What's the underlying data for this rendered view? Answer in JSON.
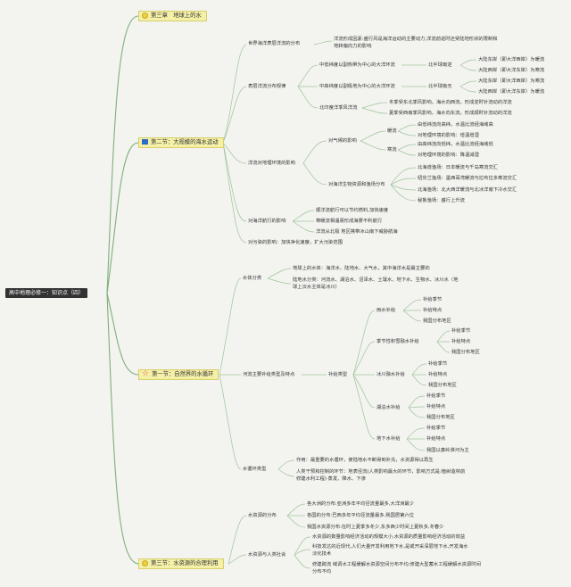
{
  "root": "高中地理必修一：知识点（四）",
  "chapters": {
    "ch3": "第三章　地球上的水",
    "s2": "第二节：大规模的海水运动",
    "s1": "第一节：自然界的水循环",
    "s3": "第三节：水资源的合理利用"
  },
  "s2": {
    "dist": "世界海洋表层洋流的分布",
    "dist_note1": "洋流形成因素:盛行风是海洋运动的主要动力,洋流前进时还受陆地形状的限制和",
    "dist_note2": "地转偏向力的影响",
    "pattern": "表层洋流分布规律",
    "low_gyre": "中低纬度以副热带为中心的大洋环流",
    "mid_gyre": "中高纬度以副极地为中心的大洋环流",
    "north_hemi": "北半球南逆",
    "north_shun": "北半球南无",
    "low_e1": "大陆东岸（即大洋西岸）为暖流",
    "low_e2": "大陆西岸（即大洋东岸）为寒流",
    "mid_e1": "大陆东岸（即大洋西岸）为寒流",
    "mid_e2": "大陆西岸（即大洋东岸）为暖流",
    "monsoon": "北印度洋季风洋流",
    "monsoon_w": "冬季受东北季风影响，海水向西流，形成逆时针流动的洋流",
    "monsoon_s": "夏季受西南季风影响，海水向东流，形成顺时针流动的洋流",
    "env": "洋流对地理环境的影响",
    "climate": "对气候的影响",
    "warm": "暖流",
    "cold": "寒流",
    "warm1": "由低纬流向高纬，水温比流经海域高",
    "warm2": "对地理环境的影响：增温增湿",
    "cold1": "由高纬流向低纬，水温比流经海域低",
    "cold2": "对地理环境的影响：降温减湿",
    "fish": "对海洋生物资源和渔场分布",
    "fish1": "北海道渔场：日本暖流与千岛寒流交汇",
    "fish2": "纽芬兰渔场：墨西哥湾暖流与拉布拉多寒流交汇",
    "fish3": "北海渔场：北大西洋暖流与北冰洋南下冷水交汇",
    "fish4": "秘鲁渔场：盛行上升流",
    "nav": "对海洋航行的影响",
    "nav1": "顺洋流航行可以节约燃料,加快速度",
    "nav2": "寒暖流相遇易形成海雾不利航行",
    "nav3": "洋流从北极 地区携带冰山南下威胁航海",
    "pollution": "对污染的影响：加快净化速度，扩大污染范围"
  },
  "s1": {
    "water_class": "水体分类",
    "wc1": "地球上的水体：海洋水、陆地水、大气水，其中海洋水是最主要的",
    "wc2a": "陆地水分类：河流水、湖泊水、沼泽水、土壤水、地下水、生物水、冰川水（地",
    "wc2b": "球上淡水主体是冰川）",
    "river": "河流主要补给类型及特点",
    "supply_type": "补给类型",
    "rain": "雨水补给",
    "snow": "季节性积雪融水补给",
    "glacier": "冰川融水补给",
    "lake": "湖泊水补给",
    "ground": "地下水补给",
    "season": "补给季节",
    "feature": "补给特点",
    "rain_region": "我国分布地区",
    "snow_region": "我国分布地区",
    "glacier_region": "我国分布地区",
    "lake_region": "我国分布地区",
    "ground_region": "我国以秦岭淮河为主",
    "cycle": "水循环类型",
    "cycle1": "作用：最重要的水循环，使陆地水不断得到补充，水资源得以再生",
    "cycle2a": "人类干预和控制的环节：地表径流(人类影响最大的环节，影响方式是:植树造林前",
    "cycle2b": "修建水利工程)·蒸发、降水、下渗"
  },
  "s3": {
    "dist": "水资源的分布",
    "d1": "各大洲的分布:亚洲多年平均径流量最多,大洋洲最少",
    "d2": "各国的分布:巴西多年平均径流量最多,我国居第六位",
    "d3": "我国水资源分布:在时上夏季多冬少,东多西少时间上夏秋多,冬春少",
    "society": "水资源与人类社会",
    "h1": "水资源的数量影响经济活动的规模大小,水资源的质量影响经济活动的效益",
    "h2a": "科技发达的近现代,人们大量开发利用地下水,是或开采深层地下水,开发海水",
    "h2b": "淡化技术",
    "h3a": "修建跨流 域调水工程缓解水资源空间分布不均;修建大型蓄水工程缓解水资源时间",
    "h3b": "分布不均"
  }
}
